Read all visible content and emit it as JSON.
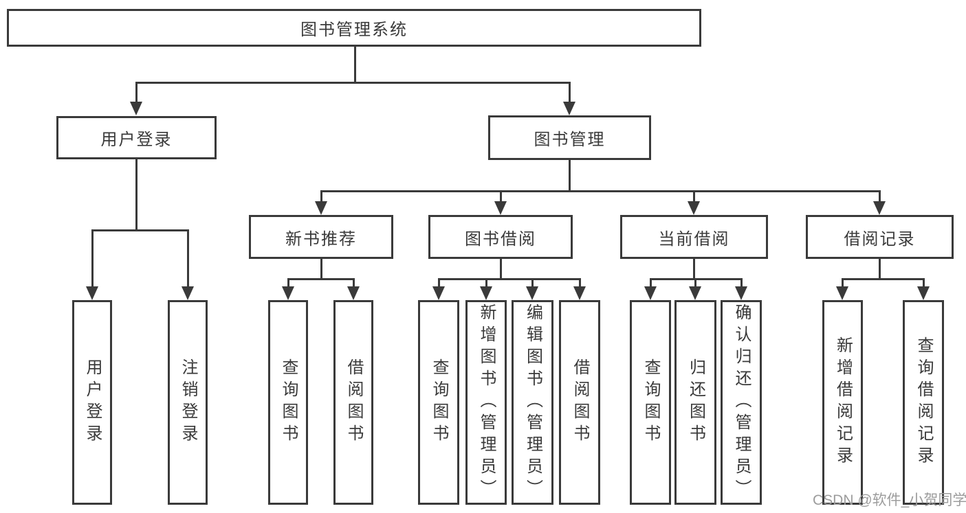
{
  "diagram": {
    "title": "图书管理系统",
    "root": {
      "label": "图书管理系统"
    },
    "branches": [
      {
        "label": "用户登录",
        "children": [
          "用户登录",
          "注销登录"
        ]
      },
      {
        "label": "图书管理"
      }
    ],
    "modules": [
      {
        "label": "新书推荐",
        "children": [
          "查询图书",
          "借阅图书"
        ]
      },
      {
        "label": "图书借阅",
        "children": [
          "查询图书",
          "新增图书（管理员）",
          "编辑图书（管理员）",
          "借阅图书"
        ]
      },
      {
        "label": "当前借阅",
        "children": [
          "查询图书",
          "归还图书",
          "确认归还（管理员）"
        ]
      },
      {
        "label": "借阅记录",
        "children": [
          "新增借阅记录",
          "查询借阅记录"
        ]
      }
    ]
  },
  "watermark": "CSDN @软件_小贺同学",
  "colors": {
    "line": "#3a3a3a",
    "text": "#3a3a3a",
    "watermark": "#9c9c9c",
    "background": "#ffffff"
  }
}
